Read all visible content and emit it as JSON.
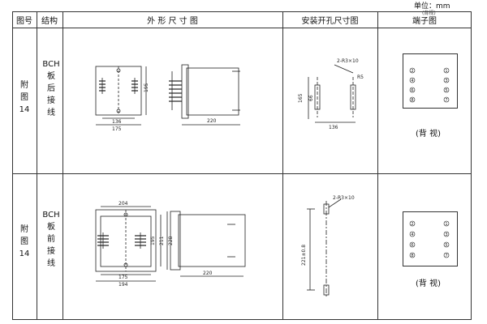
{
  "unit_label": "单位：mm",
  "unit_sub": "(背视)",
  "headers": {
    "fig_no": "图号",
    "structure": "结构",
    "outline": "外 形 尺 寸 图",
    "mounting": "安装开孔尺寸图",
    "terminal": "端子图"
  },
  "rows": [
    {
      "fig_chars": [
        "附",
        "图",
        "14"
      ],
      "struct_code": "BCH",
      "struct_chars": [
        "板",
        "后",
        "接",
        "线"
      ],
      "outline": {
        "w_inner": "136",
        "w_outer": "175",
        "h": "195",
        "depth": "220"
      },
      "mounting": {
        "hole": "2-R3×10",
        "r": "R5",
        "h1": "165",
        "h2": "66",
        "w": "136"
      },
      "terminals": {
        "left": [
          "2",
          "4",
          "6",
          "8"
        ],
        "right": [
          "1",
          "3",
          "5",
          "7"
        ]
      },
      "view": "(背 视)"
    },
    {
      "fig_chars": [
        "附",
        "图",
        "14"
      ],
      "struct_code": "BCH",
      "struct_chars": [
        "板",
        "前",
        "接",
        "线"
      ],
      "outline": {
        "w_top": "204",
        "w_mid": "175",
        "w_bot": "194",
        "h1": "195",
        "h2": "211",
        "h3": "228",
        "depth": "220"
      },
      "mounting": {
        "hole": "2-R3×10",
        "h": "221±0.8"
      },
      "terminals": {
        "left": [
          "2",
          "4",
          "6",
          "8"
        ],
        "right": [
          "1",
          "3",
          "5",
          "7"
        ]
      },
      "view": "(背 视)"
    }
  ]
}
